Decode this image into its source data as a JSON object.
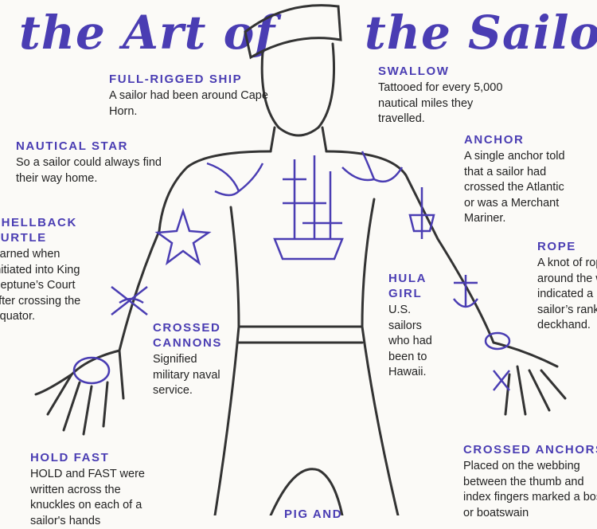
{
  "title": {
    "left": "the Art of",
    "right": "the Sailor"
  },
  "accent_color": "#4a3db3",
  "labels": [
    {
      "id": "full-rigged-ship",
      "heading": "FULL-RIGGED SHIP",
      "text": "A sailor had been around Cape Horn."
    },
    {
      "id": "swallow",
      "heading": "SWALLOW",
      "text": "Tattooed for every 5,000 nautical miles they travelled."
    },
    {
      "id": "nautical-star",
      "heading": "NAUTICAL STAR",
      "text": "So a sailor could always find their way home."
    },
    {
      "id": "anchor",
      "heading": "ANCHOR",
      "text": "A single anchor told that a sailor had crossed the Atlantic or was a Merchant Mariner."
    },
    {
      "id": "shellback-turtle",
      "heading": "SHELLBACK TURTLE",
      "text": "Earned when initiated into King Neptune’s Court after crossing the Equator."
    },
    {
      "id": "rope",
      "heading": "ROPE",
      "text": "A knot of rope around the wrist indicated a sailor’s rank as a deckhand."
    },
    {
      "id": "hula-girl",
      "heading": "HULA GIRL",
      "text": "U.S. sailors who had been to Hawaii."
    },
    {
      "id": "crossed-cannons",
      "heading": "CROSSED CANNONS",
      "text": "Signified military naval service."
    },
    {
      "id": "hold-fast",
      "heading": "HOLD FAST",
      "text": "HOLD and FAST were written across the knuckles on each of a sailor's hands"
    },
    {
      "id": "crossed-anchors",
      "heading": "CROSSED ANCHORS",
      "text": "Placed on the webbing between the thumb and index fingers marked a bos'n or boatswain"
    },
    {
      "id": "pig-and",
      "heading": "PIG AND",
      "text": ""
    }
  ]
}
